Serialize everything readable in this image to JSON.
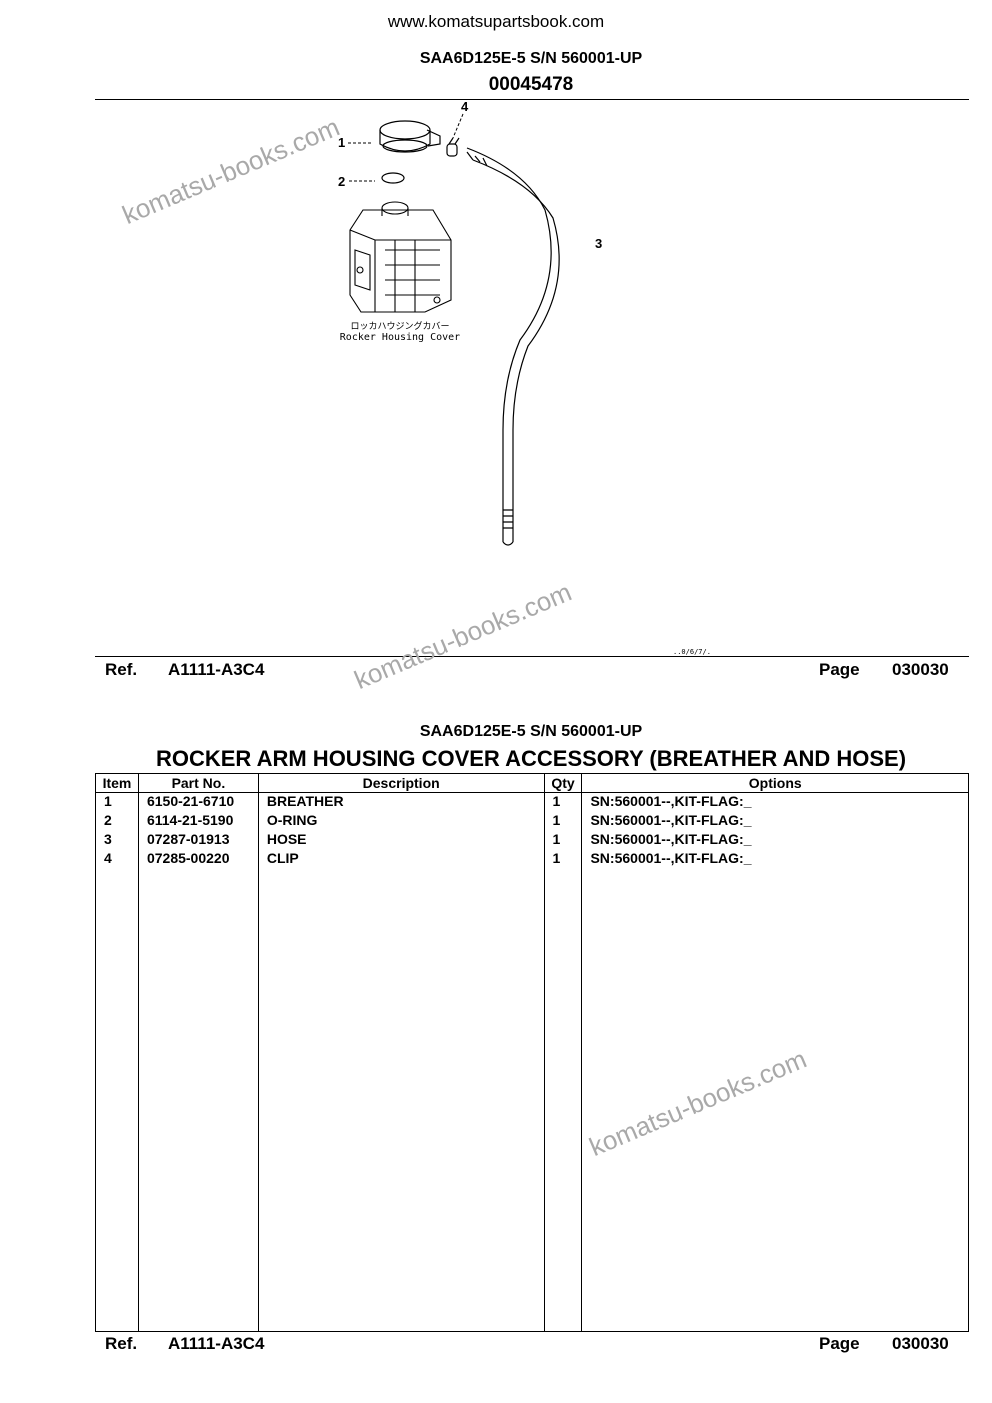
{
  "header": {
    "site": "www.komatsupartsbook.com",
    "model": "SAA6D125E-5 S/N 560001-UP",
    "drawing_number": "00045478"
  },
  "diagram": {
    "callouts": [
      "1",
      "2",
      "3",
      "4"
    ],
    "label_jp": "ロッカハウジングカバー",
    "label_en": "Rocker Housing Cover",
    "corner_mark": "..0/6/7/."
  },
  "watermark": "komatsu-books.com",
  "footer_ref": {
    "ref_label": "Ref.",
    "ref_value": "A1111-A3C4",
    "page_label": "Page",
    "page_value": "030030"
  },
  "section": {
    "model": "SAA6D125E-5 S/N 560001-UP",
    "title": "ROCKER ARM HOUSING COVER ACCESSORY (BREATHER AND HOSE)"
  },
  "table": {
    "headers": [
      "Item",
      "Part No.",
      "Description",
      "Qty",
      "Options"
    ],
    "rows": [
      {
        "item": "1",
        "part_no": "6150-21-6710",
        "description": "BREATHER",
        "qty": "1",
        "options": "SN:560001--,KIT-FLAG:_"
      },
      {
        "item": "2",
        "part_no": "6114-21-5190",
        "description": "O-RING",
        "qty": "1",
        "options": "SN:560001--,KIT-FLAG:_"
      },
      {
        "item": "3",
        "part_no": "07287-01913",
        "description": "HOSE",
        "qty": "1",
        "options": "SN:560001--,KIT-FLAG:_"
      },
      {
        "item": "4",
        "part_no": "07285-00220",
        "description": "CLIP",
        "qty": "1",
        "options": "SN:560001--,KIT-FLAG:_"
      }
    ]
  }
}
